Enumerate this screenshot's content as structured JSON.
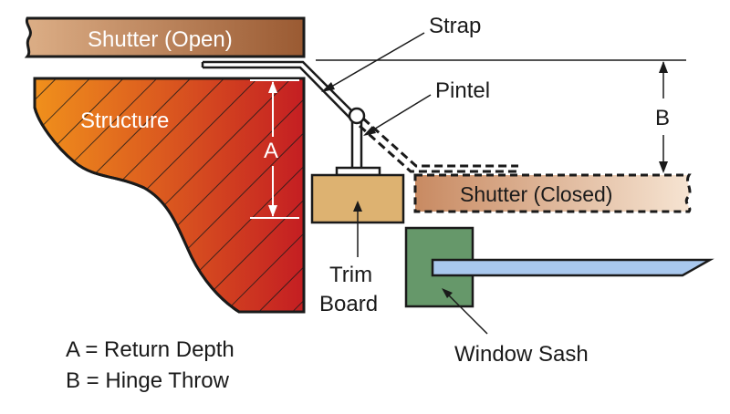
{
  "labels": {
    "shutter_open": "Shutter (Open)",
    "shutter_closed": "Shutter (Closed)",
    "structure": "Structure",
    "strap": "Strap",
    "pintel": "Pintel",
    "trim_line1": "Trim",
    "trim_line2": "Board",
    "window_sash": "Window Sash",
    "dim_a": "A",
    "dim_b": "B"
  },
  "legend": [
    "A = Return Depth",
    "B = Hinge Throw"
  ],
  "colors": {
    "structure_light": "#f0901c",
    "structure_dark": "#c41e22",
    "shutter_open_light": "#dcae86",
    "shutter_open_dark": "#9a5a32",
    "shutter_closed_light": "#f6e4d2",
    "shutter_closed_dark": "#c88a62",
    "trim_board": "#ddb271",
    "sash": "#66986a",
    "glass": "#a9c8ee",
    "outline": "#1a1a1a"
  }
}
